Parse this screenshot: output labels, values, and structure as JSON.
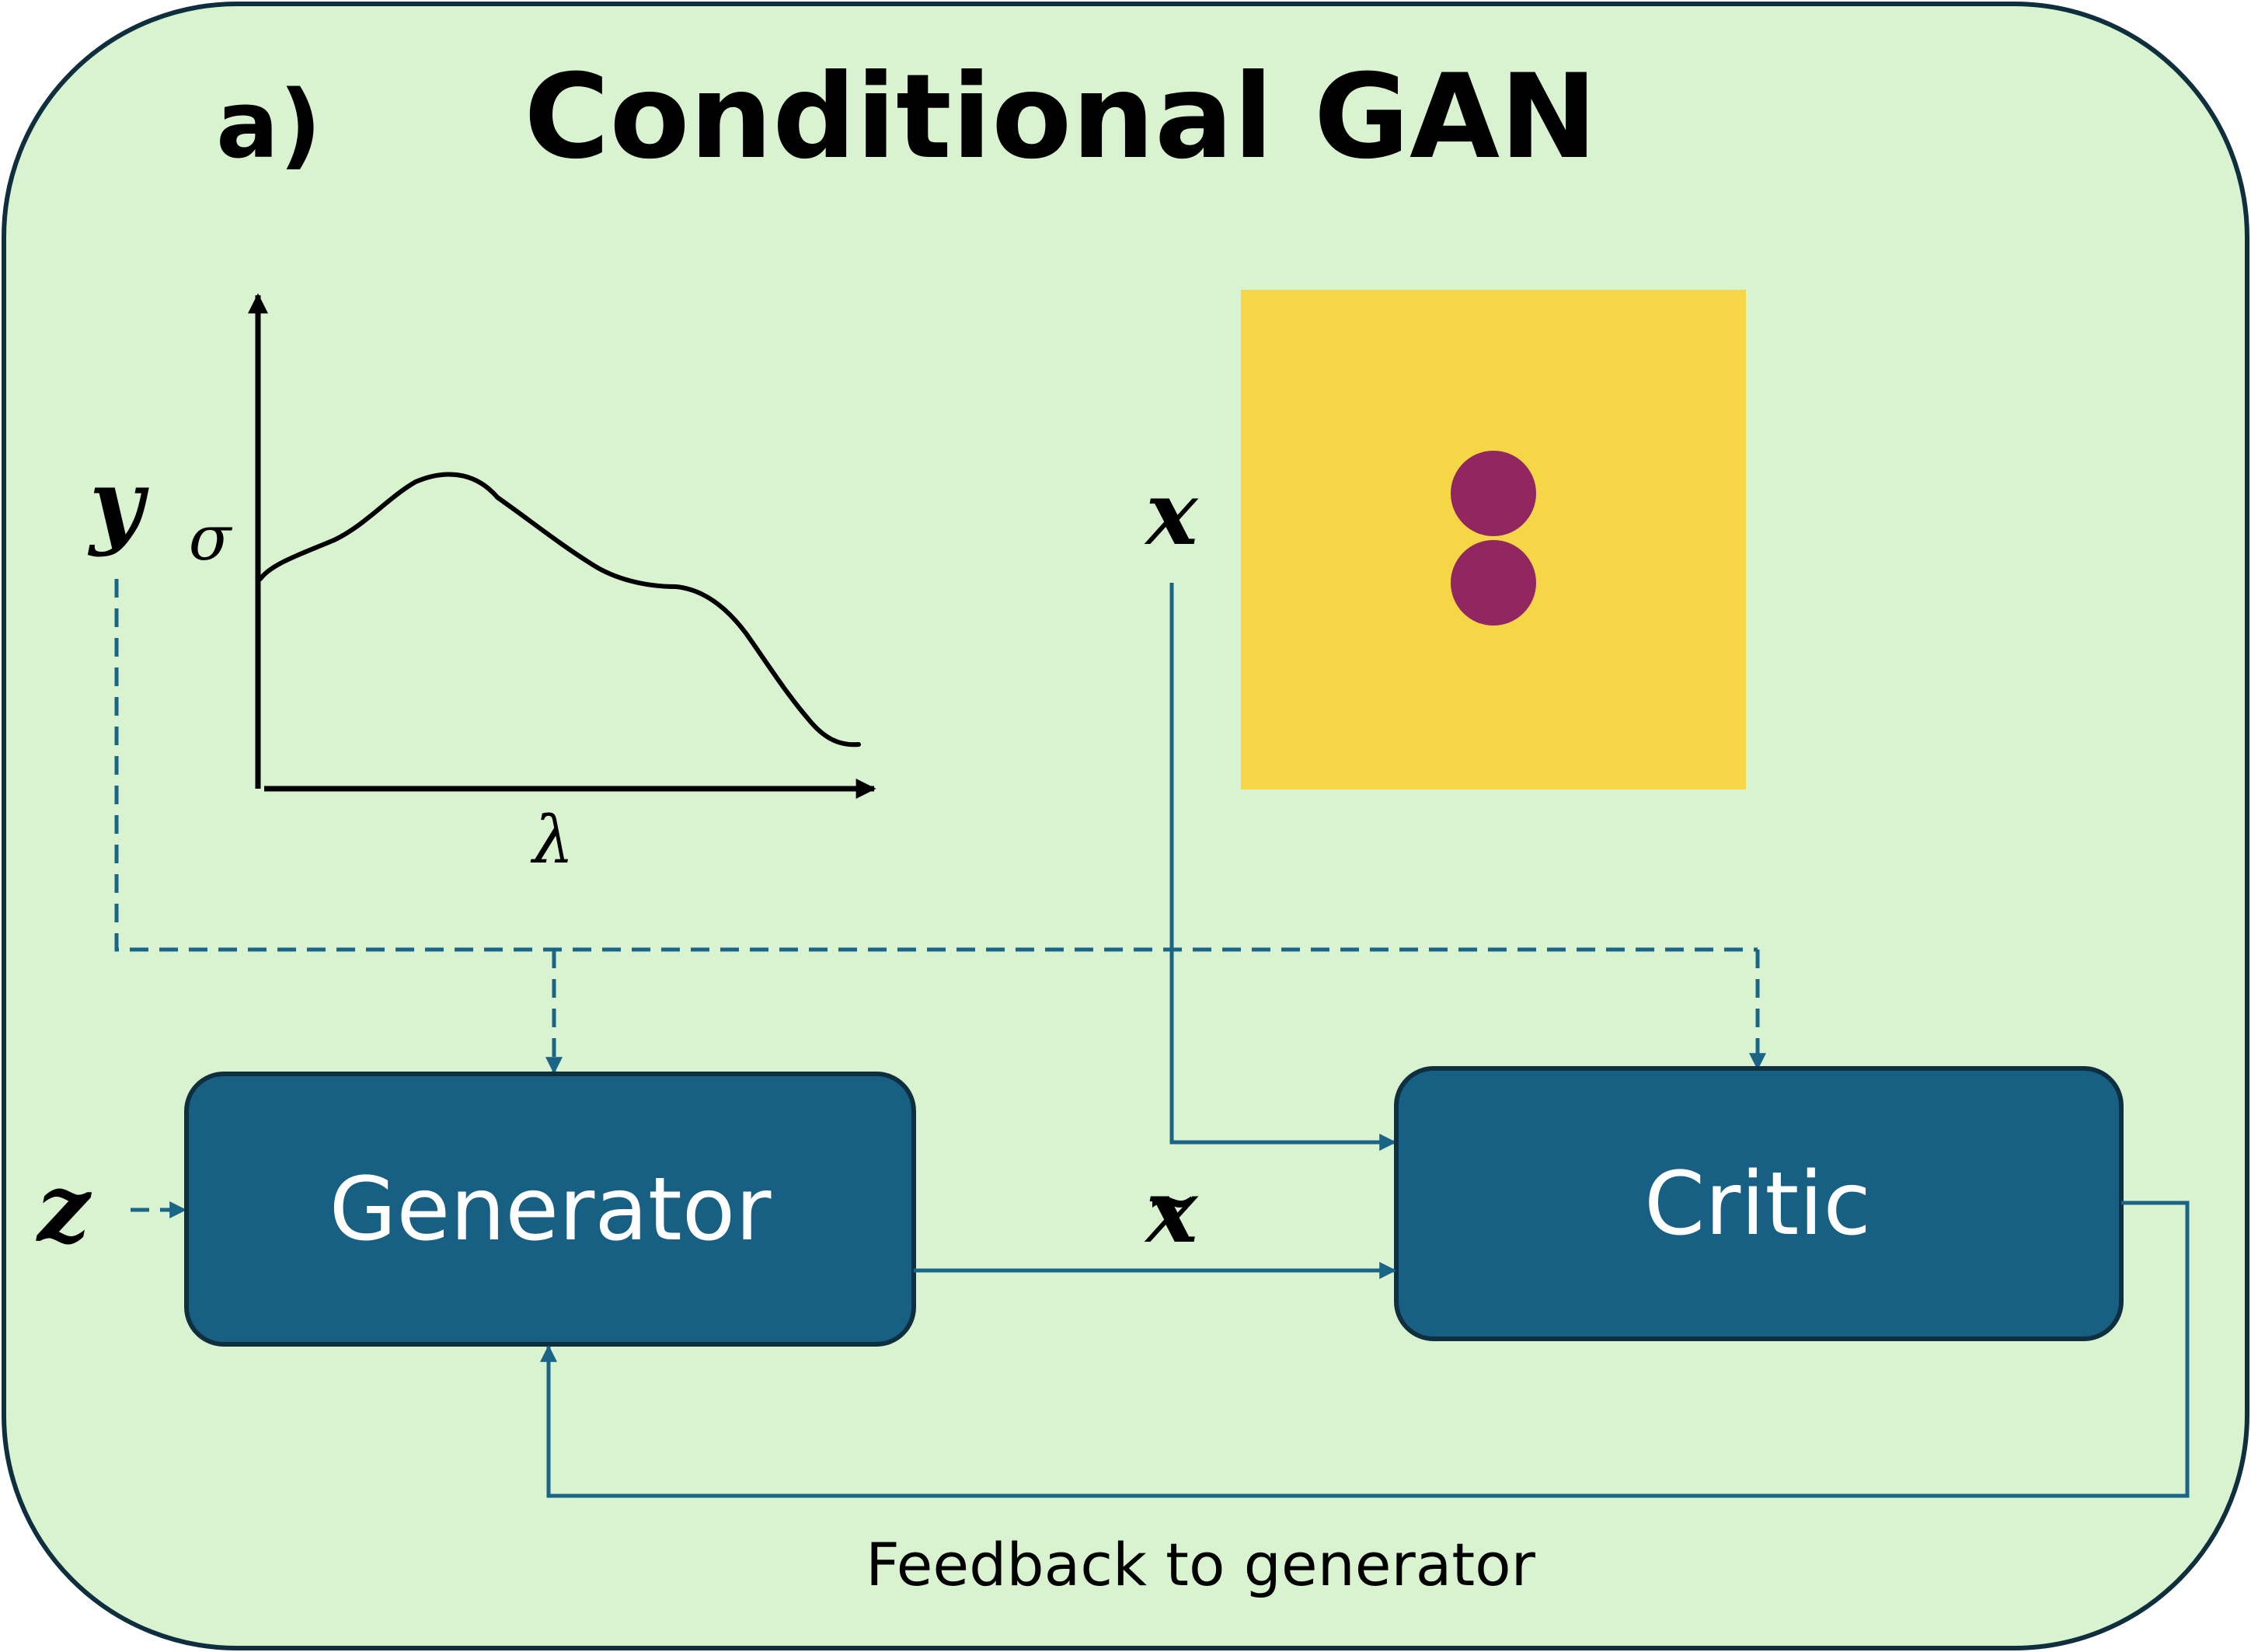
{
  "panel_label": "a)",
  "title": "Conditional GAN",
  "labels": {
    "y": "y",
    "x": "x",
    "x_tilde": "x",
    "tilde": "~",
    "z": "z",
    "sigma": "σ",
    "lambda": "λ"
  },
  "boxes": {
    "generator": "Generator",
    "critic": "Critic"
  },
  "feedback_label": "Feedback to generator",
  "colors": {
    "background": "#d9f2d0",
    "border": "#0f2f3f",
    "box_fill": "#175f83",
    "box_text": "#ffffff",
    "connector": "#1a6485",
    "image_bg": "#f4d646",
    "image_dots": "#922660"
  }
}
